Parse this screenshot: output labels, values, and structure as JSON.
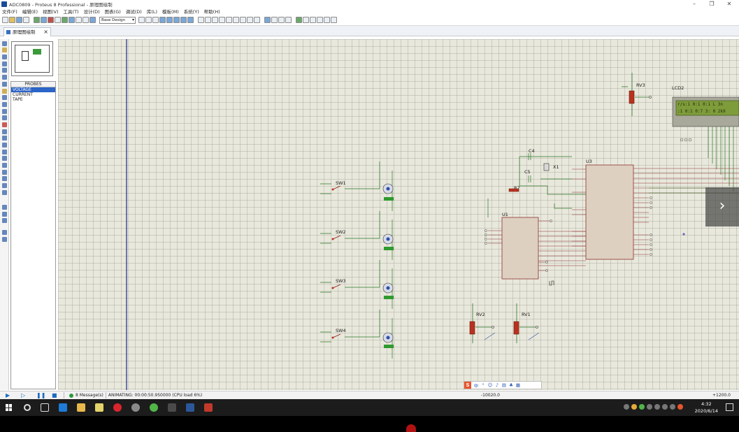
{
  "window": {
    "title": "ADC0809 - Proteus 8 Professional - 原理图绘制"
  },
  "menu": [
    "文件(F)",
    "编辑(E)",
    "视图(V)",
    "工具(T)",
    "设计(D)",
    "图表(G)",
    "调试(D)",
    "库(L)",
    "模板(M)",
    "系统(Y)",
    "帮助(H)"
  ],
  "toolbar": {
    "design_select": "Base Design"
  },
  "tab": {
    "label": "原理图绘制"
  },
  "probes": {
    "header": "PROBES",
    "items": [
      "VOLTAGE",
      "CURRENT",
      "TAPE"
    ],
    "selected": 0
  },
  "schematic": {
    "parts": {
      "rv3": "RV3",
      "lcd": "LCD2",
      "u3": "U3",
      "u1": "U1",
      "c4": "C4",
      "c5": "C5",
      "x1": "X1",
      "r7": "R7",
      "sw1": "SW1",
      "sw2": "SW2",
      "sw3": "SW3",
      "sw4": "SW4",
      "rv2": "RV2",
      "rv1": "RV1"
    },
    "lcd_lines": [
      "r/s:1 0:1 0:1 L 3n",
      ":1 0:1 0:7 3: 0 2k9"
    ]
  },
  "status": {
    "messages": "8 Message(s)",
    "animating": "ANIMATING: 00:00:50.950000 (CPU load 6%)",
    "coord_x": "-10020.0",
    "coord_y": "+1200.0"
  },
  "taskbar": {
    "time": "4:32",
    "date": "2020/6/14"
  }
}
